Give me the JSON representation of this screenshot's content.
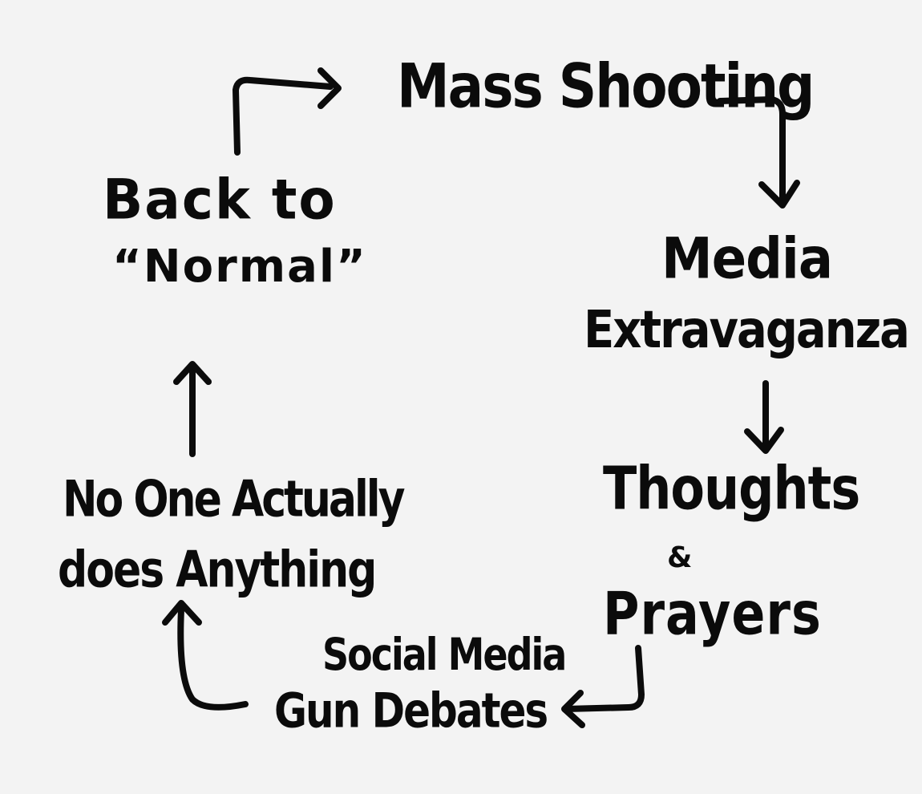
{
  "diagram": {
    "type": "cycle",
    "nodes": [
      {
        "id": "mass",
        "text": "Mass Shooting"
      },
      {
        "id": "media1",
        "text": "Media"
      },
      {
        "id": "media2",
        "text": "Extravaganza"
      },
      {
        "id": "thoughts",
        "text": "Thoughts"
      },
      {
        "id": "amp",
        "text": "&"
      },
      {
        "id": "prayers",
        "text": "Prayers"
      },
      {
        "id": "social",
        "text": "Social Media"
      },
      {
        "id": "gun",
        "text": "Gun Debates"
      },
      {
        "id": "noone1",
        "text": "No One Actually"
      },
      {
        "id": "noone2",
        "text": "does Anything"
      },
      {
        "id": "back1",
        "text": "Back to"
      },
      {
        "id": "back2",
        "text": "“Normal”"
      }
    ],
    "edges": [
      {
        "from": "Mass Shooting",
        "to": "Media Extravaganza"
      },
      {
        "from": "Media Extravaganza",
        "to": "Thoughts & Prayers"
      },
      {
        "from": "Thoughts & Prayers",
        "to": "Social Media Gun Debates"
      },
      {
        "from": "Social Media Gun Debates",
        "to": "No One Actually does Anything"
      },
      {
        "from": "No One Actually does Anything",
        "to": "Back to “Normal”"
      },
      {
        "from": "Back to “Normal”",
        "to": "Mass Shooting"
      }
    ],
    "colors": {
      "background": "#f3f3f3",
      "ink": "#0b0b0b"
    }
  }
}
